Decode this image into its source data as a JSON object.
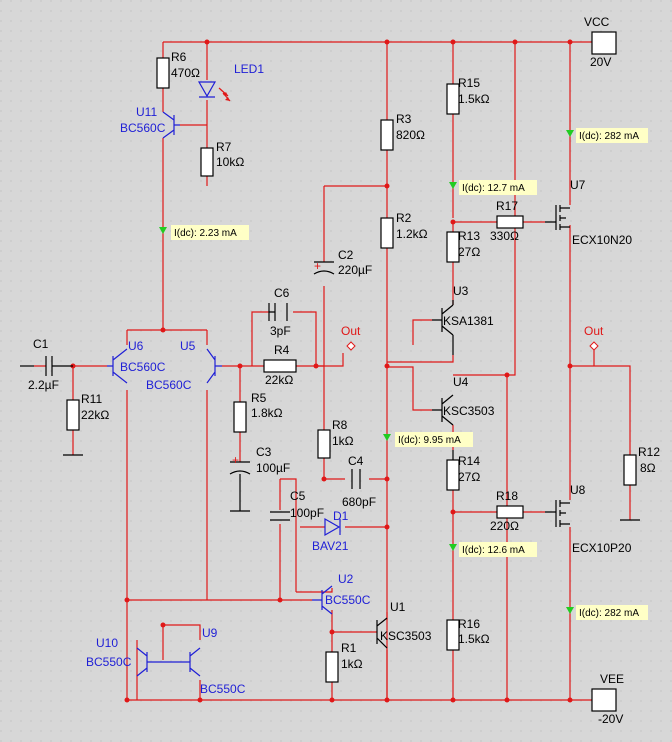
{
  "supplies": {
    "vcc_name": "VCC",
    "vcc_value": "20V",
    "vee_name": "VEE",
    "vee_value": "-20V"
  },
  "components": {
    "r1": [
      "R1",
      "1kΩ"
    ],
    "r2": [
      "R2",
      "1.2kΩ"
    ],
    "r3": [
      "R3",
      "820Ω"
    ],
    "r4": [
      "R4",
      "22kΩ"
    ],
    "r5": [
      "R5",
      "1.8kΩ"
    ],
    "r6": [
      "R6",
      "470Ω"
    ],
    "r7": [
      "R7",
      "10kΩ"
    ],
    "r8": [
      "R8",
      "1kΩ"
    ],
    "r11": [
      "R11",
      "22kΩ"
    ],
    "r12": [
      "R12",
      "8Ω"
    ],
    "r13": [
      "R13",
      "27Ω"
    ],
    "r14": [
      "R14",
      "27Ω"
    ],
    "r15": [
      "R15",
      "1.5kΩ"
    ],
    "r16": [
      "R16",
      "1.5kΩ"
    ],
    "r17": [
      "R17",
      "330Ω"
    ],
    "r18": [
      "R18",
      "220Ω"
    ],
    "c1": [
      "C1",
      "2.2µF"
    ],
    "c2": [
      "C2",
      "220µF"
    ],
    "c3": [
      "C3",
      "100µF"
    ],
    "c4": [
      "C4",
      "680pF"
    ],
    "c5": [
      "C5",
      "100pF"
    ],
    "c6": [
      "C6",
      "3pF"
    ],
    "d1": [
      "D1",
      "BAV21"
    ],
    "led1": [
      "LED1"
    ],
    "u1": [
      "U1",
      "KSC3503"
    ],
    "u2": [
      "U2",
      "BC550C"
    ],
    "u3": [
      "U3",
      "KSA1381"
    ],
    "u4": [
      "U4",
      "KSC3503"
    ],
    "u5": [
      "U5",
      "BC560C"
    ],
    "u6": [
      "U6",
      "BC560C"
    ],
    "u7": [
      "U7",
      "ECX10N20"
    ],
    "u8": [
      "U8",
      "ECX10P20"
    ],
    "u9": [
      "U9",
      "BC550C"
    ],
    "u10": [
      "U10",
      "BC550C"
    ],
    "u11": [
      "U11",
      "BC560C"
    ]
  },
  "probes": [
    "I(dc): 2.23 mA",
    "I(dc): 12.7 mA",
    "I(dc): 282 mA",
    "I(dc): 9.95 mA",
    "I(dc): 12.6 mA",
    "I(dc): 282 mA"
  ],
  "out_labels": [
    "Out",
    "Out"
  ],
  "colors": {
    "wire": "#e01818",
    "part_blue": "#1f1fd6",
    "probe_bg": "#ffffc6",
    "probe_arrow": "#22cc22",
    "background": "#d7d7d7"
  }
}
